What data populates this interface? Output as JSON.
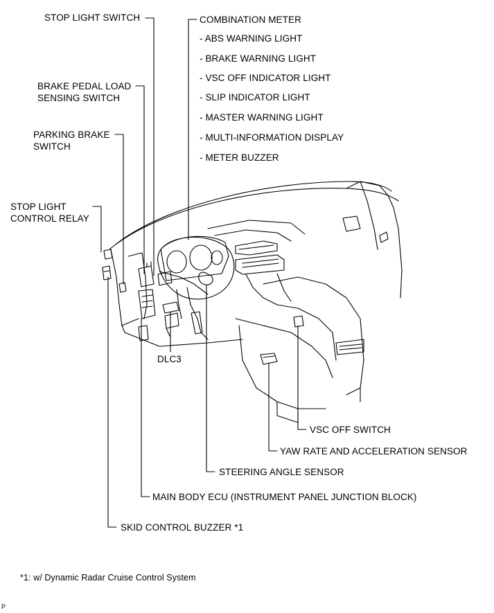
{
  "labels": {
    "stop_light_switch": "STOP LIGHT SWITCH",
    "brake_pedal_load_sensing_switch": "BRAKE PEDAL LOAD\nSENSING SWITCH",
    "parking_brake_switch": "PARKING BRAKE\nSWITCH",
    "stop_light_control_relay": "STOP LIGHT\nCONTROL RELAY",
    "combination_meter": "COMBINATION METER",
    "meter_items": [
      "- ABS WARNING LIGHT",
      "- BRAKE WARNING LIGHT",
      "- VSC OFF INDICATOR LIGHT",
      "- SLIP INDICATOR LIGHT",
      "- MASTER WARNING LIGHT",
      "- MULTI-INFORMATION DISPLAY",
      "- METER BUZZER"
    ],
    "dlc3": "DLC3",
    "vsc_off_switch": "VSC OFF SWITCH",
    "yaw_rate_sensor": "YAW RATE AND ACCELERATION SENSOR",
    "steering_angle_sensor": "STEERING ANGLE SENSOR",
    "main_body_ecu": "MAIN BODY ECU (INSTRUMENT PANEL JUNCTION BLOCK)",
    "skid_control_buzzer": "SKID CONTROL BUZZER *1"
  },
  "footnote": "*1: w/ Dynamic Radar Cruise Control System",
  "corner_code": "P"
}
